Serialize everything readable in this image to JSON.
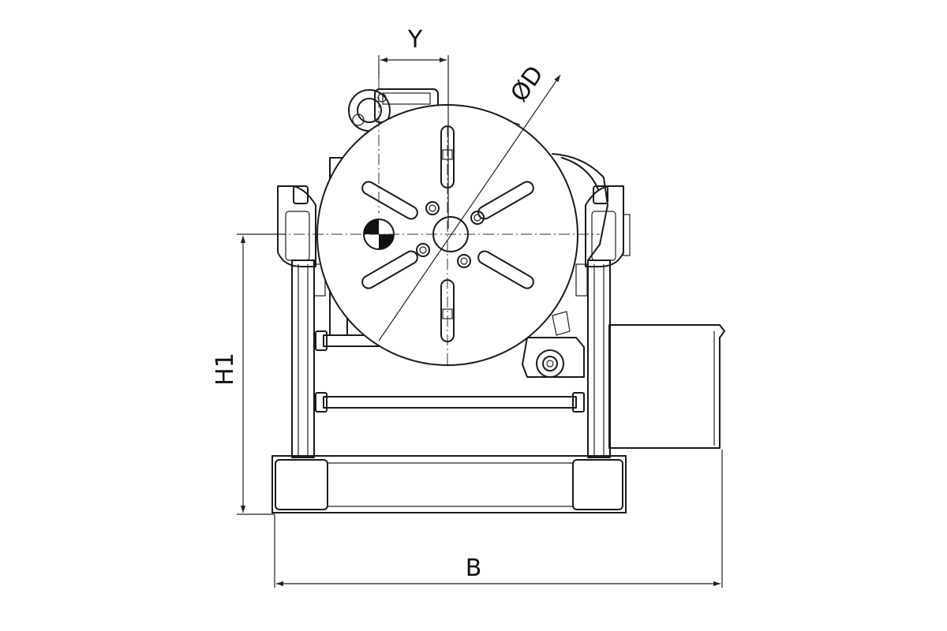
{
  "dimensions": {
    "y_label": "Y",
    "d_label": "ØD",
    "h1_label": "H1",
    "b_label": "B"
  },
  "colors": {
    "line": "#1a1a1a",
    "background": "#ffffff"
  }
}
